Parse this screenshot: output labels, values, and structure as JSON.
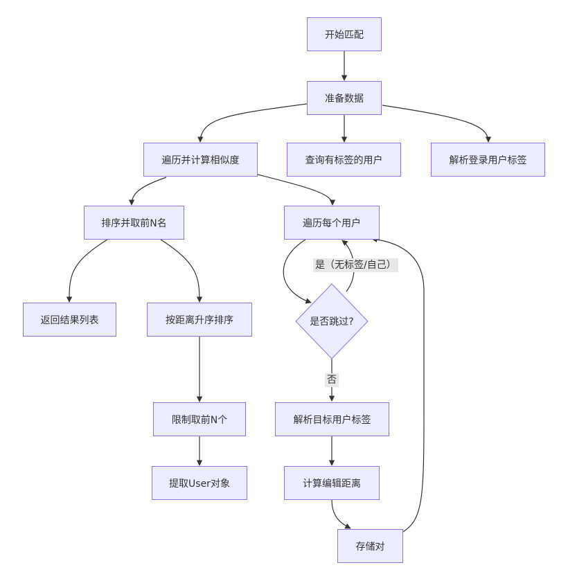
{
  "colors": {
    "node_fill": "#ECECFF",
    "node_stroke": "#9370DB",
    "edge": "#333333",
    "label_bg": "#e8e8e8"
  },
  "nodes": {
    "start": "开始匹配",
    "prepare": "准备数据",
    "loop_compute": "遍历并计算相似度",
    "query_tagged": "查询有标签的用户",
    "parse_login_tags": "解析登录用户标签",
    "sort_topn": "排序并取前N名",
    "loop_users": "遍历每个用户",
    "return_list": "返回结果列表",
    "sort_distance": "按距离升序排序",
    "skip_decision": "是否跳过?",
    "limit_topn": "限制取前N个",
    "parse_target_tags": "解析目标用户标签",
    "extract_user": "提取User对象",
    "edit_distance": "计算编辑距离",
    "store_pair": "存储对"
  },
  "edge_labels": {
    "yes_skip": "是（无标签/自己）",
    "no": "否"
  }
}
